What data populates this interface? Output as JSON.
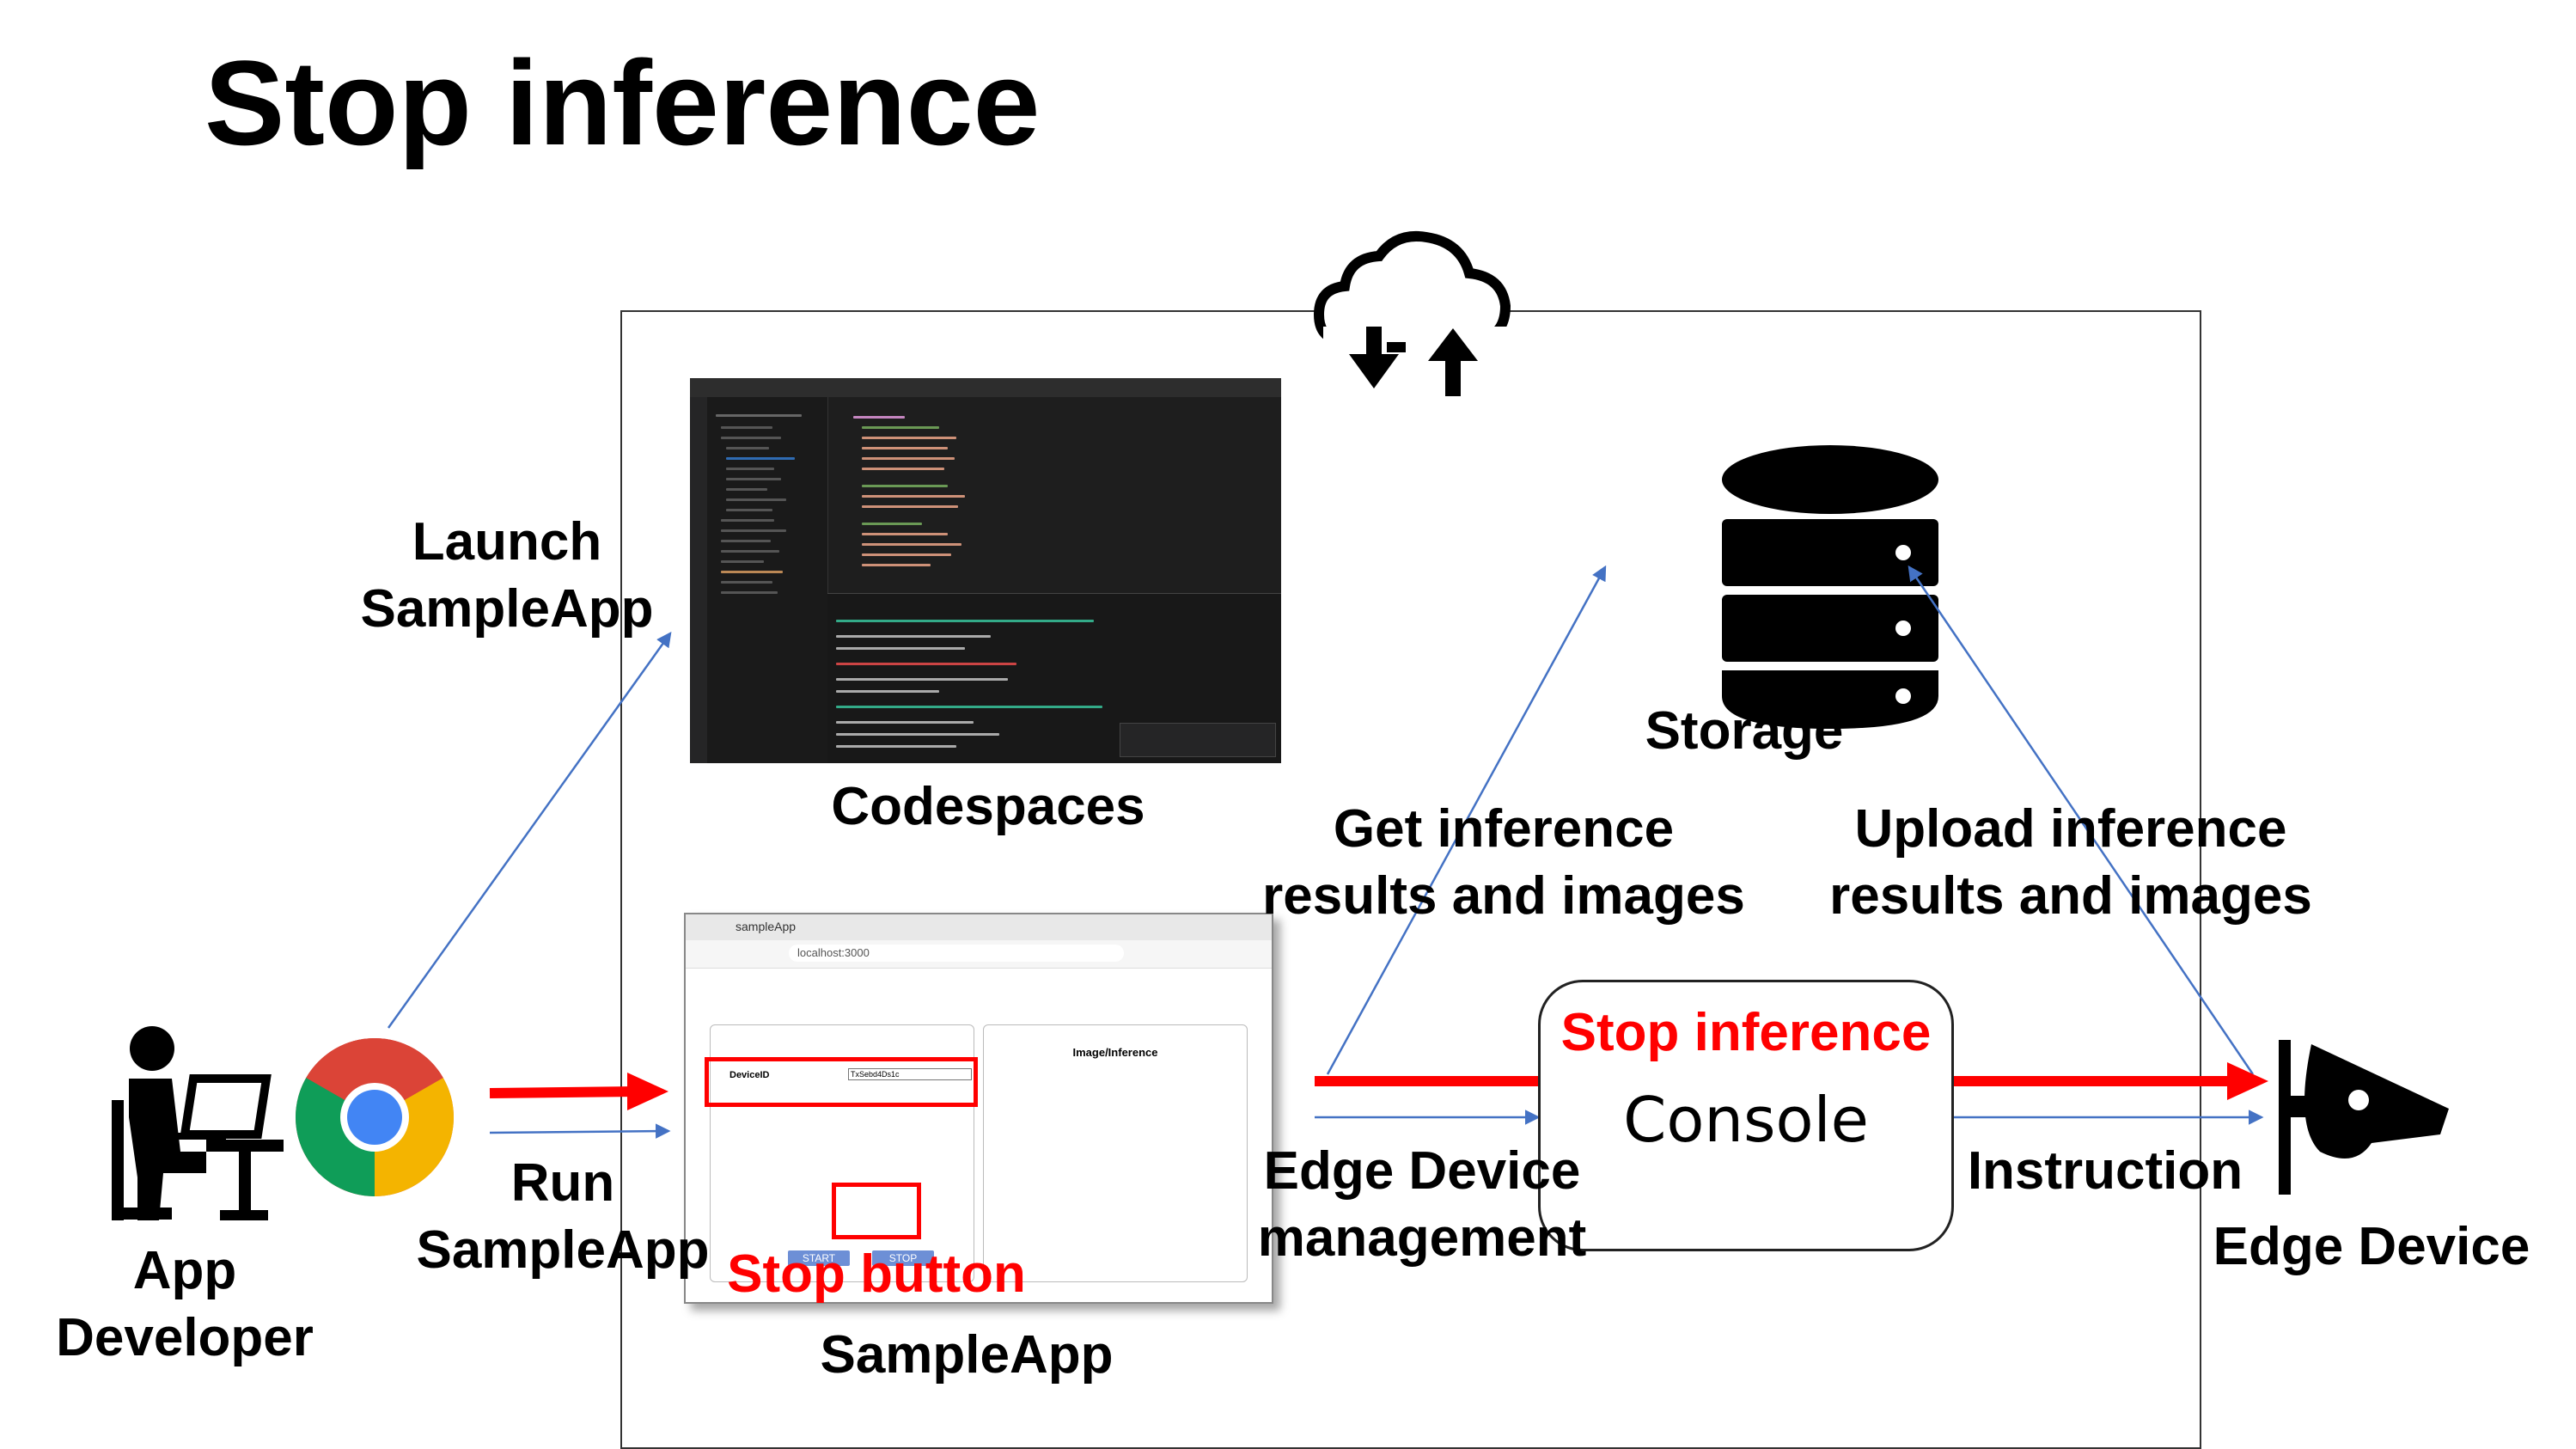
{
  "title": "Stop inference",
  "labels": {
    "launch": [
      "Launch",
      "SampleApp"
    ],
    "run": [
      "Run",
      "SampleApp"
    ],
    "app_developer": [
      "App",
      "Developer"
    ],
    "codespaces": "Codespaces",
    "sampleapp": "SampleApp",
    "storage": "Storage",
    "get_results": [
      "Get inference",
      "results and images"
    ],
    "upload_results": [
      "Upload inference",
      "results and images"
    ],
    "edge_mgmt": [
      "Edge Device",
      "management"
    ],
    "instruction": "Instruction",
    "edge_device": "Edge Device",
    "console": "Console",
    "stop_inference": "Stop inference",
    "stop_button": "Stop button"
  },
  "sampleapp_ui": {
    "tab": "sampleApp",
    "url": "localhost:3000",
    "panel_right_title": "Image/Inference",
    "device_id_label": "DeviceID",
    "device_id_value": "TxSebd4Ds1c",
    "start": "START",
    "stop": "STOP"
  },
  "colors": {
    "highlight": "#ff0000",
    "flow_arrow": "#4472c4",
    "chrome_red": "#db4437",
    "chrome_yellow": "#f4b400",
    "chrome_green": "#0f9d58",
    "chrome_blue": "#4285f4"
  },
  "icons": [
    "cloud-upload-download-icon",
    "database-icon",
    "developer-at-desk-icon",
    "chrome-logo-icon",
    "security-camera-icon"
  ]
}
